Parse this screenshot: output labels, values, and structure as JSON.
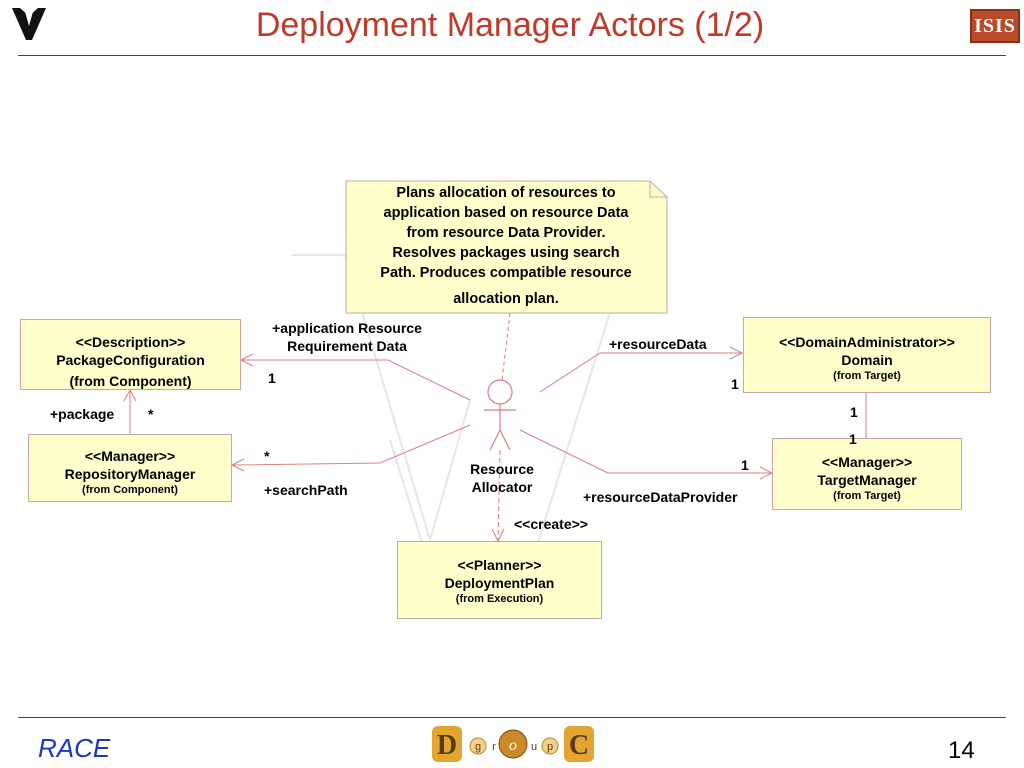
{
  "slide": {
    "title": "Deployment Manager Actors (1/2)",
    "page_number": "14",
    "footer_label": "RACE",
    "logo_isis": "ISIS",
    "doc_logo": {
      "big_d": "D",
      "g": "g",
      "r": "r",
      "o": "o",
      "u": "u",
      "p": "p",
      "big_c": "C"
    }
  },
  "note": {
    "lines": [
      "Plans allocation of resources to",
      "application based on resource Data",
      "from resource Data Provider.",
      "Resolves packages using search",
      "Path. Produces compatible resource",
      "allocation plan."
    ]
  },
  "boxes": {
    "package_configuration": {
      "stereotype": "<<Description>>",
      "name": "PackageConfiguration",
      "from": "(from Component)"
    },
    "repository_manager": {
      "stereotype": "<<Manager>>",
      "name": "RepositoryManager",
      "from": "(from Component)"
    },
    "domain": {
      "stereotype": "<<DomainAdministrator>>",
      "name": "Domain",
      "from": "(from Target)"
    },
    "target_manager": {
      "stereotype": "<<Manager>>",
      "name": "TargetManager",
      "from": "(from Target)"
    },
    "deployment_plan": {
      "stereotype": "<<Planner>>",
      "name": "DeploymentPlan",
      "from": "(from Execution)"
    }
  },
  "actor": {
    "line1": "Resource",
    "line2": "Allocator"
  },
  "labels": {
    "app_req_line1": "+application Resource",
    "app_req_line2": "Requirement Data",
    "mult_app": "1",
    "package": "+package",
    "package_mult": "*",
    "search_mult": "*",
    "search_path": "+searchPath",
    "resource_data": "+resourceData",
    "resource_data_mult": "1",
    "domain_mult": "1",
    "target_mult_top": "1",
    "target_mult_left": "1",
    "resource_data_provider": "+resourceDataProvider",
    "create": "<<create>>"
  },
  "colors": {
    "title": "#c0392b",
    "box_fill": "#ffffcc",
    "connector": "#d98080",
    "race": "#1f35c4"
  }
}
